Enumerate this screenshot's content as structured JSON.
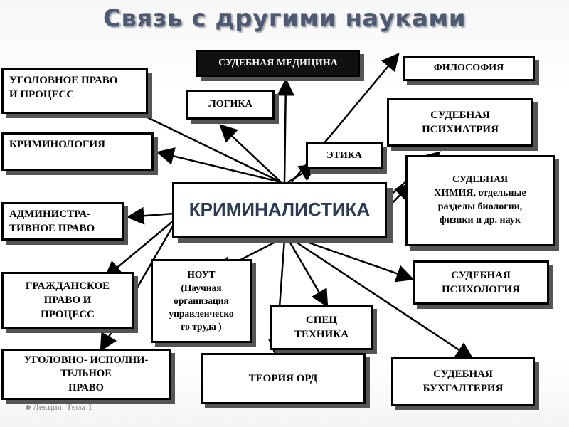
{
  "title": "Связь  с другими науками",
  "center": "КРИМИНАЛИСТИКА",
  "nodes": {
    "forensic_medicine": "СУДЕБНАЯ МЕДИЦИНА",
    "philosophy": "ФИЛОСОФИЯ",
    "criminal_law": "УГОЛОВНОЕ ПРАВО\nИ ПРОЦЕСС",
    "logic": "ЛОГИКА",
    "forensic_psychiatry": "СУДЕБНАЯ\nПСИХИАТРИЯ",
    "criminology": "КРИМИНОЛОГИЯ",
    "ethics": "ЭТИКА",
    "forensic_chemistry": "СУДЕБНАЯ\nХИМИЯ, отдельные\nразделы биологии,\nфизики и др. наук",
    "administrative_law": "АДМИНИСТРА-\nТИВНОЕ ПРАВО",
    "civil_law": "ГРАЖДАНСКОЕ\nПРАВО И\nПРОЦЕСС",
    "nout": "НОУТ\n(Научная\nорганизация\nуправленческо\nго труда )",
    "forensic_psychology": "СУДЕБНАЯ\nПСИХОЛОГИЯ",
    "special_equipment": "СПЕЦ\nТЕХНИКА",
    "penal_law": "УГОЛОВНО- ИСПОЛНИ-\nТЕЛЬНОЕ\nПРАВО",
    "ord_theory": "ТЕОРИЯ  ОРД",
    "forensic_accounting": "СУДЕБНАЯ\nБУХГАЛТЕРИЯ"
  },
  "footer": "Лекция. Тема 1"
}
